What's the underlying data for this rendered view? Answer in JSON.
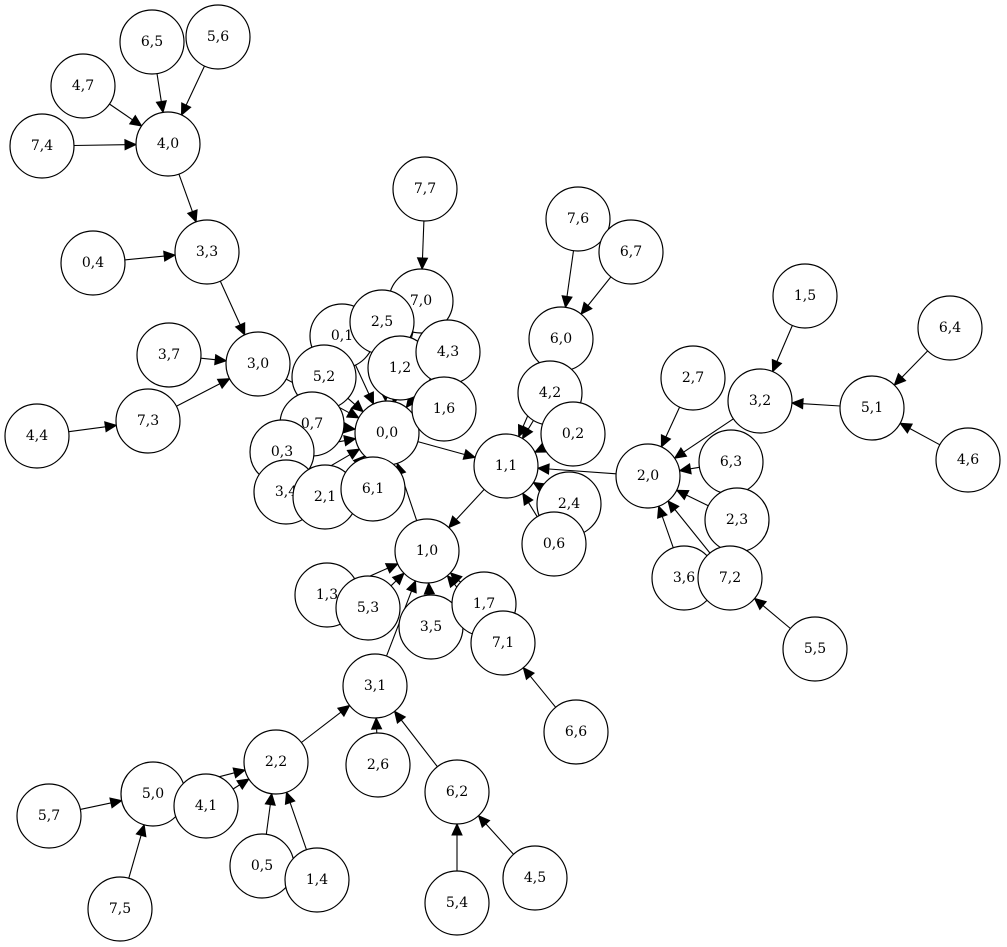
{
  "nodes": [
    {
      "id": "0,0",
      "label": "0,0"
    },
    {
      "id": "1,1",
      "label": "1,1"
    },
    {
      "id": "1,0",
      "label": "1,0"
    },
    {
      "id": "2,0",
      "label": "2,0"
    },
    {
      "id": "3,0",
      "label": "3,0"
    },
    {
      "id": "3,1",
      "label": "3,1"
    },
    {
      "id": "3,2",
      "label": "3,2"
    },
    {
      "id": "3,3",
      "label": "3,3"
    },
    {
      "id": "4,0",
      "label": "4,0"
    },
    {
      "id": "5,0",
      "label": "5,0"
    },
    {
      "id": "5,1",
      "label": "5,1"
    },
    {
      "id": "6,0",
      "label": "6,0"
    },
    {
      "id": "2,2",
      "label": "2,2"
    },
    {
      "id": "6,2",
      "label": "6,2"
    },
    {
      "id": "7,0",
      "label": "7,0"
    },
    {
      "id": "7,7",
      "label": "7,7"
    },
    {
      "id": "0,1",
      "label": "0,1"
    },
    {
      "id": "2,5",
      "label": "2,5"
    },
    {
      "id": "1,2",
      "label": "1,2"
    },
    {
      "id": "4,3",
      "label": "4,3"
    },
    {
      "id": "1,6",
      "label": "1,6"
    },
    {
      "id": "5,2",
      "label": "5,2"
    },
    {
      "id": "0,7",
      "label": "0,7"
    },
    {
      "id": "0,3",
      "label": "0,3"
    },
    {
      "id": "3,4",
      "label": "3,4"
    },
    {
      "id": "2,1",
      "label": "2,1"
    },
    {
      "id": "6,1",
      "label": "6,1"
    },
    {
      "id": "7,6",
      "label": "7,6"
    },
    {
      "id": "6,7",
      "label": "6,7"
    },
    {
      "id": "4,2",
      "label": "4,2"
    },
    {
      "id": "0,2",
      "label": "0,2"
    },
    {
      "id": "2,4",
      "label": "2,4"
    },
    {
      "id": "0,6",
      "label": "0,6"
    },
    {
      "id": "1,5",
      "label": "1,5"
    },
    {
      "id": "6,4",
      "label": "6,4"
    },
    {
      "id": "4,6",
      "label": "4,6"
    },
    {
      "id": "2,7",
      "label": "2,7"
    },
    {
      "id": "6,3",
      "label": "6,3"
    },
    {
      "id": "2,3",
      "label": "2,3"
    },
    {
      "id": "3,6",
      "label": "3,6"
    },
    {
      "id": "7,2",
      "label": "7,2"
    },
    {
      "id": "5,5",
      "label": "5,5"
    },
    {
      "id": "1,3",
      "label": "1,3"
    },
    {
      "id": "5,3",
      "label": "5,3"
    },
    {
      "id": "3,5",
      "label": "3,5"
    },
    {
      "id": "1,7",
      "label": "1,7"
    },
    {
      "id": "7,1",
      "label": "7,1"
    },
    {
      "id": "6,6",
      "label": "6,6"
    },
    {
      "id": "2,6",
      "label": "2,6"
    },
    {
      "id": "5,4",
      "label": "5,4"
    },
    {
      "id": "4,5",
      "label": "4,5"
    },
    {
      "id": "0,5",
      "label": "0,5"
    },
    {
      "id": "1,4",
      "label": "1,4"
    },
    {
      "id": "4,1",
      "label": "4,1"
    },
    {
      "id": "5,7",
      "label": "5,7"
    },
    {
      "id": "7,5",
      "label": "7,5"
    },
    {
      "id": "0,4",
      "label": "0,4"
    },
    {
      "id": "3,7",
      "label": "3,7"
    },
    {
      "id": "7,3",
      "label": "7,3"
    },
    {
      "id": "4,4",
      "label": "4,4"
    },
    {
      "id": "6,5",
      "label": "6,5"
    },
    {
      "id": "5,6",
      "label": "5,6"
    },
    {
      "id": "4,7",
      "label": "4,7"
    },
    {
      "id": "7,4",
      "label": "7,4"
    }
  ],
  "edges": [
    {
      "from": "0,0",
      "to": "1,1"
    },
    {
      "from": "1,1",
      "to": "1,0"
    },
    {
      "from": "1,0",
      "to": "0,0"
    },
    {
      "from": "2,0",
      "to": "1,1"
    },
    {
      "from": "3,0",
      "to": "0,0"
    },
    {
      "from": "3,1",
      "to": "1,0"
    },
    {
      "from": "3,2",
      "to": "2,0"
    },
    {
      "from": "3,3",
      "to": "3,0"
    },
    {
      "from": "4,0",
      "to": "3,3"
    },
    {
      "from": "5,0",
      "to": "2,2"
    },
    {
      "from": "5,1",
      "to": "3,2"
    },
    {
      "from": "6,0",
      "to": "1,1"
    },
    {
      "from": "2,2",
      "to": "3,1"
    },
    {
      "from": "6,2",
      "to": "3,1"
    },
    {
      "from": "7,7",
      "to": "7,0"
    },
    {
      "from": "7,0",
      "to": "0,0"
    },
    {
      "from": "0,1",
      "to": "0,0"
    },
    {
      "from": "2,5",
      "to": "0,0"
    },
    {
      "from": "1,2",
      "to": "0,0"
    },
    {
      "from": "4,3",
      "to": "0,0"
    },
    {
      "from": "1,6",
      "to": "0,0"
    },
    {
      "from": "5,2",
      "to": "0,0"
    },
    {
      "from": "0,7",
      "to": "0,0"
    },
    {
      "from": "0,3",
      "to": "0,0"
    },
    {
      "from": "3,4",
      "to": "0,0"
    },
    {
      "from": "2,1",
      "to": "0,0"
    },
    {
      "from": "6,1",
      "to": "0,0"
    },
    {
      "from": "7,6",
      "to": "6,0"
    },
    {
      "from": "6,7",
      "to": "6,0"
    },
    {
      "from": "4,2",
      "to": "1,1"
    },
    {
      "from": "0,2",
      "to": "1,1"
    },
    {
      "from": "2,4",
      "to": "1,1"
    },
    {
      "from": "0,6",
      "to": "1,1"
    },
    {
      "from": "1,5",
      "to": "3,2"
    },
    {
      "from": "6,4",
      "to": "5,1"
    },
    {
      "from": "4,6",
      "to": "5,1"
    },
    {
      "from": "2,7",
      "to": "2,0"
    },
    {
      "from": "6,3",
      "to": "2,0"
    },
    {
      "from": "2,3",
      "to": "2,0"
    },
    {
      "from": "3,6",
      "to": "2,0"
    },
    {
      "from": "7,2",
      "to": "2,0"
    },
    {
      "from": "5,5",
      "to": "7,2"
    },
    {
      "from": "1,3",
      "to": "1,0"
    },
    {
      "from": "5,3",
      "to": "1,0"
    },
    {
      "from": "3,5",
      "to": "1,0"
    },
    {
      "from": "1,7",
      "to": "1,0"
    },
    {
      "from": "7,1",
      "to": "1,0"
    },
    {
      "from": "6,6",
      "to": "7,1"
    },
    {
      "from": "2,6",
      "to": "3,1"
    },
    {
      "from": "5,4",
      "to": "6,2"
    },
    {
      "from": "4,5",
      "to": "6,2"
    },
    {
      "from": "0,5",
      "to": "2,2"
    },
    {
      "from": "1,4",
      "to": "2,2"
    },
    {
      "from": "4,1",
      "to": "2,2"
    },
    {
      "from": "5,7",
      "to": "5,0"
    },
    {
      "from": "7,5",
      "to": "5,0"
    },
    {
      "from": "0,4",
      "to": "3,3"
    },
    {
      "from": "3,7",
      "to": "3,0"
    },
    {
      "from": "7,3",
      "to": "3,0"
    },
    {
      "from": "4,4",
      "to": "7,3"
    },
    {
      "from": "6,5",
      "to": "4,0"
    },
    {
      "from": "5,6",
      "to": "4,0"
    },
    {
      "from": "4,7",
      "to": "4,0"
    },
    {
      "from": "7,4",
      "to": "4,0"
    }
  ]
}
